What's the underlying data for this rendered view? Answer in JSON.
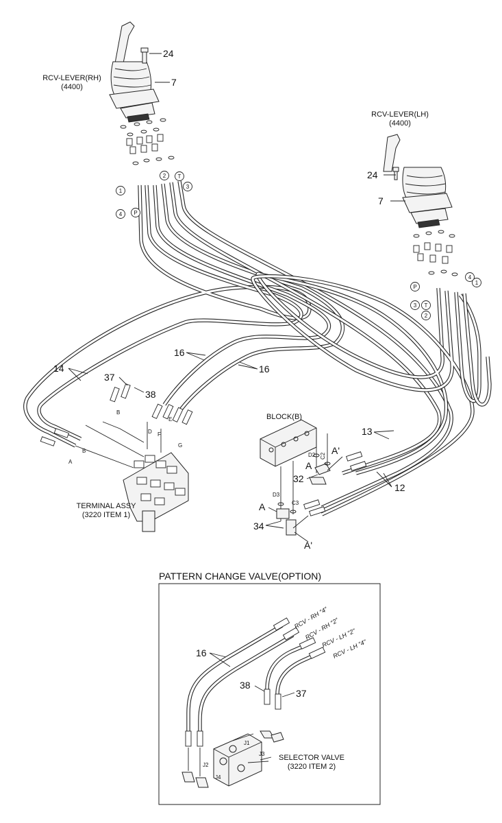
{
  "rh_lever": {
    "name": "RCV-LEVER(RH)",
    "code": "(4400)"
  },
  "lh_lever": {
    "name": "RCV-LEVER(LH)",
    "code": "(4400)"
  },
  "callouts": {
    "n24": "24",
    "n7": "7",
    "n14": "14",
    "n16": "16",
    "n37": "37",
    "n38": "38",
    "n13": "13",
    "n12": "12",
    "n32": "32",
    "n34": "34"
  },
  "ports": {
    "p1": "1",
    "p2": "2",
    "p3": "3",
    "p4": "4",
    "pP": "P",
    "pT": "T",
    "A": "A",
    "A_prime": "A'",
    "B": "B",
    "C2": "C2",
    "C3": "C3",
    "D2": "D2",
    "D3": "D3",
    "D": "D",
    "E": "E",
    "F": "F",
    "G": "G",
    "J1": "J1",
    "J2": "J2",
    "J3": "J3",
    "J4": "J4"
  },
  "block": {
    "label": "BLOCK(B)"
  },
  "terminal": {
    "line1": "TERMINAL ASSY",
    "line2": "(3220 ITEM 1)"
  },
  "inset": {
    "title": "PATTERN CHANGE VALVE(OPTION)",
    "hose_labels": [
      "RCV - RH \"4\"",
      "RCV - RH \"2\"",
      "RCV - LH \"2\"",
      "RCV - LH \"4\""
    ],
    "selector_line1": "SELECTOR VALVE",
    "selector_line2": "(3220 ITEM 2)"
  }
}
